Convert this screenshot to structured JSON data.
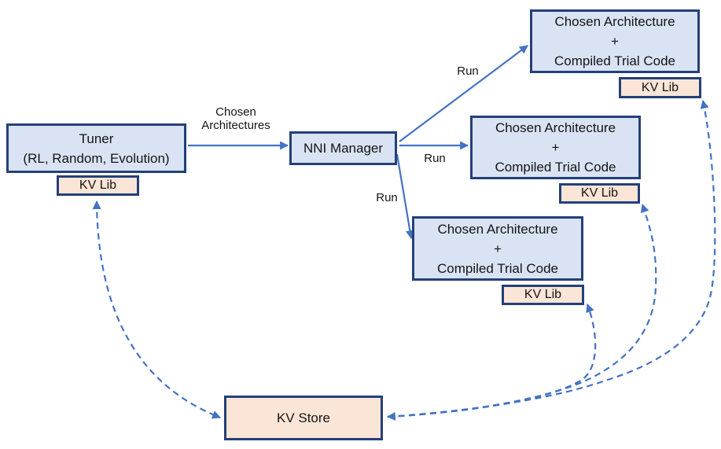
{
  "nodes": {
    "tuner": {
      "line1": "Tuner",
      "line2": "(RL, Random, Evolution)"
    },
    "tuner_kv": {
      "label": "KV Lib"
    },
    "nni": {
      "label": "NNI Manager"
    },
    "arch1": {
      "line1": "Chosen Architecture",
      "line2": "+",
      "line3": "Compiled Trial Code"
    },
    "arch1_kv": {
      "label": "KV Lib"
    },
    "arch2": {
      "line1": "Chosen Architecture",
      "line2": "+",
      "line3": "Compiled Trial Code"
    },
    "arch2_kv": {
      "label": "KV Lib"
    },
    "arch3": {
      "line1": "Chosen Architecture",
      "line2": "+",
      "line3": "Compiled Trial Code"
    },
    "arch3_kv": {
      "label": "KV Lib"
    },
    "kv_store": {
      "label": "KV Store"
    }
  },
  "edge_labels": {
    "chosen_line1": "Chosen",
    "chosen_line2": "Architectures",
    "run_top": "Run",
    "run_mid": "Run",
    "run_bottom": "Run"
  },
  "colors": {
    "box_fill_blue": "#dae3f3",
    "box_fill_peach": "#fbe5d6",
    "box_border": "#24407a",
    "arrow": "#4472c4"
  }
}
